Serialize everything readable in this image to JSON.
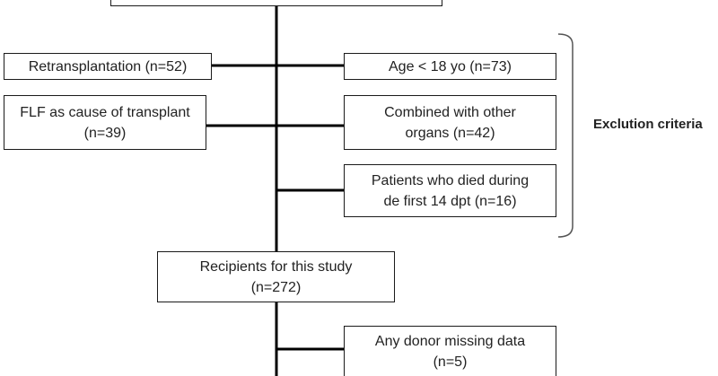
{
  "boxes": {
    "retransplantation": "Retransplantation (n=52)",
    "age": "Age < 18 yo (n=73)",
    "flf": "FLF as cause of transplant\n(n=39)",
    "combined": "Combined with other\norgans (n=42)",
    "died": "Patients who died during\nde first 14 dpt (n=16)",
    "recipients": "Recipients for this study\n(n=272)",
    "missing": "Any donor missing data\n(n=5)"
  },
  "bracket_label": "Exclution criteria",
  "colors": {
    "line": "#000000",
    "bracket": "#555555",
    "border": "#1a1a1a"
  }
}
